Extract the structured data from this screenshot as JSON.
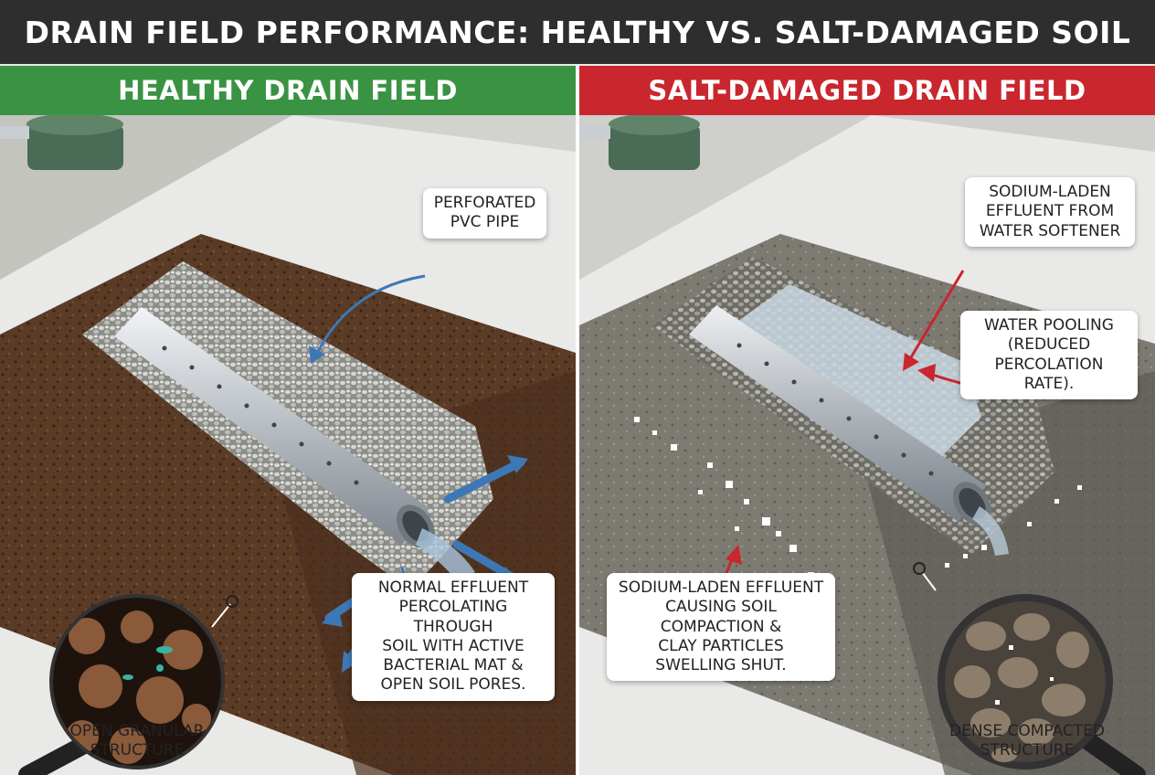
{
  "title": "DRAIN FIELD PERFORMANCE: HEALTHY VS. SALT-DAMAGED SOIL",
  "colors": {
    "healthy": "#3a9243",
    "damaged": "#c9262e",
    "title_bar": "#2e2e2e"
  },
  "healthy": {
    "header": "HEALTHY DRAIN FIELD",
    "pipe_label": "PERFORATED\nPVC PIPE",
    "effluent_label": "NORMAL EFFLUENT\nPERCOLATING THROUGH\nSOIL WITH ACTIVE\nBACTERIAL MAT &\nOPEN SOIL PORES.",
    "magnifier_caption": "OPEN GRANULAR\nSTRUCTURE"
  },
  "damaged": {
    "header": "SALT-DAMAGED DRAIN FIELD",
    "softener_label": "SODIUM-LADEN\nEFFLUENT FROM\nWATER SOFTENER",
    "pooling_label": "WATER POOLING\n(REDUCED\nPERCOLATION RATE).",
    "compaction_label": "SODIUM-LADEN EFFLUENT\nCAUSING SOIL\nCOMPACTION &\nCLAY PARTICLES\nSWELLING SHUT.",
    "magnifier_caption": "DENSE COMPACTED\nSTRUCTURE"
  },
  "icons": [
    "magnifying-glass-icon",
    "arrow-icon",
    "distribution-box-icon",
    "perforated-pipe-icon"
  ]
}
